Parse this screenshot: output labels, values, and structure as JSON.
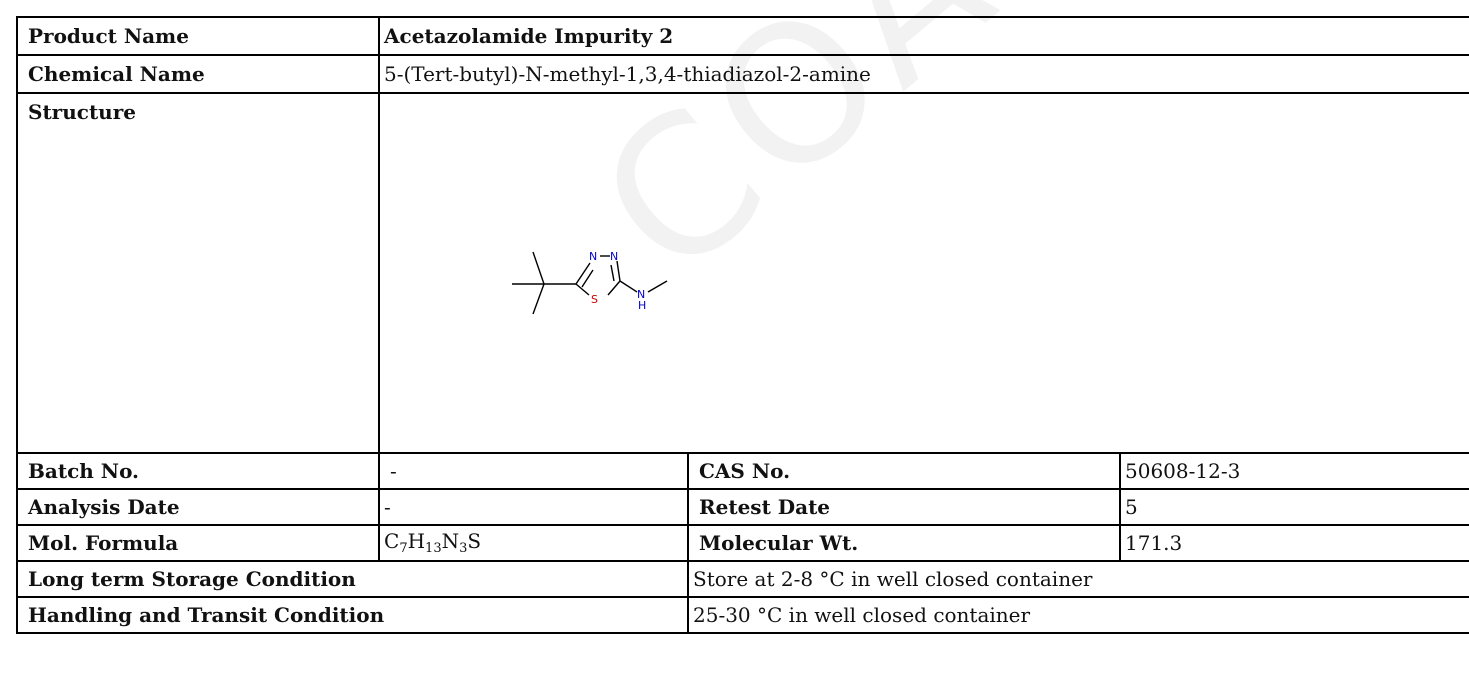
{
  "watermark": "COA",
  "rows": {
    "product_name": {
      "label": "Product Name",
      "value": "Acetazolamide Impurity 2"
    },
    "chemical_name": {
      "label": "Chemical Name",
      "value": "5-(Tert-butyl)-N-methyl-1,3,4-thiadiazol-2-amine"
    },
    "structure": {
      "label": "Structure",
      "atoms": {
        "n1": "N",
        "n2": "N",
        "s": "S",
        "nh": "N",
        "h": "H"
      }
    },
    "batch_no": {
      "label": "Batch No.",
      "value": "-"
    },
    "cas_no": {
      "label": "CAS No.",
      "value": "50608-12-3"
    },
    "analysis_date": {
      "label": "Analysis Date",
      "value": "-"
    },
    "retest_date": {
      "label": "Retest Date",
      "value": "5"
    },
    "mol_formula": {
      "label": "Mol. Formula",
      "parts": [
        "C",
        "7",
        "H",
        "13",
        "N",
        "3",
        "S"
      ]
    },
    "molecular_wt": {
      "label": "Molecular Wt.",
      "value": "171.3"
    },
    "storage": {
      "label": "Long term Storage Condition",
      "value": "Store at 2-8 °C in well closed container"
    },
    "handling": {
      "label": "Handling and Transit Condition",
      "value": "25-30 °C in well closed container"
    }
  },
  "colors": {
    "nitrogen": "#0000cc",
    "sulfur": "#cc0000",
    "bond": "#000000"
  }
}
